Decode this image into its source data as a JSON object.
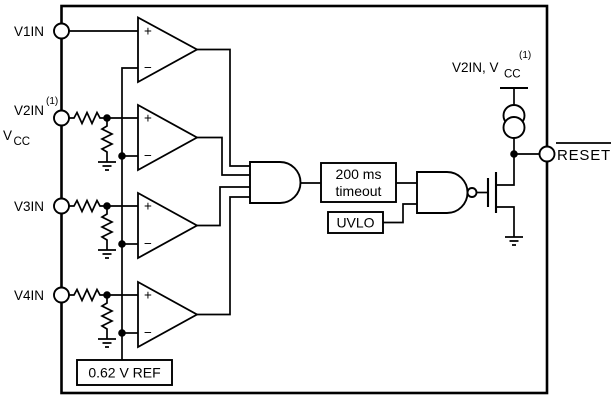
{
  "ports": {
    "v1in": "V1IN",
    "v2in": "V2IN",
    "v2in_note": "(1)",
    "vcc_main": "V",
    "vcc_sub": "CC",
    "v3in": "V3IN",
    "v4in": "V4IN",
    "reset": "RESET"
  },
  "blocks": {
    "timeout_line1": "200 ms",
    "timeout_line2": "timeout",
    "uvlo": "UVLO",
    "vref": "0.62 V REF"
  },
  "pullup_supply": {
    "label_main": "V2IN, V",
    "label_sub": "CC",
    "label_sup": "(1)"
  },
  "comparator_symbols": {
    "plus": "+",
    "minus": "−"
  },
  "colors": {
    "line": "#000000",
    "background": "#ffffff"
  }
}
